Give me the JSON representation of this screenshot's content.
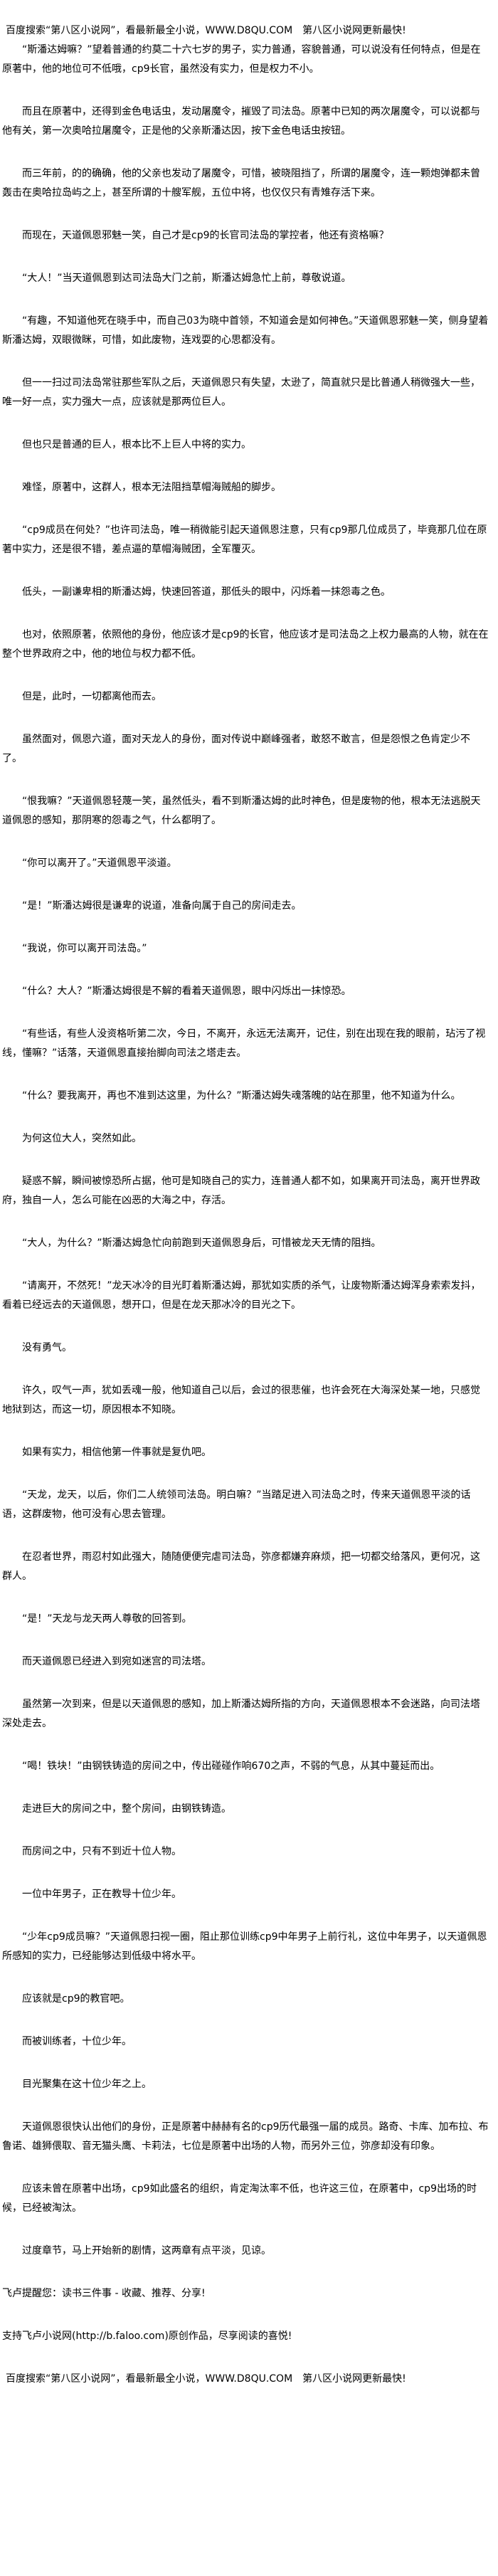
{
  "banner_top": "百度搜索“第八区小说网”，看最新最全小说，WWW.D8QU.COM　第八区小说网更新最快!",
  "paragraphs": [
    "“斯潘达姆嘛？”望着普通的约莫二十六七岁的男子，实力普通，容貌普通，可以说没有任何特点，但是在原著中，他的地位可不低哦，cp9长官，虽然没有实力，但是权力不小。",
    "而且在原著中，还得到金色电话虫，发动屠魔令，摧毁了司法岛。原著中已知的两次屠魔令，可以说都与他有关，第一次奥哈拉屠魔令，正是他的父亲斯潘达因，按下金色电话虫按钮。",
    "而三年前，的的确确，他的父亲也发动了屠魔令，可惜，被晓阻挡了，所谓的屠魔令，连一颗炮弹都未曾轰击在奥哈拉岛屿之上，甚至所谓的十艘军舰，五位中将，也仅仅只有青雉存活下来。",
    "而现在，天道佩恩邪魅一笑，自己才是cp9的长官司法岛的掌控者，他还有资格嘛？",
    "“大人！”当天道佩恩到达司法岛大门之前，斯潘达姆急忙上前，尊敬说道。",
    "“有趣，不知道他死在晓手中，而自己03为晓中首领，不知道会是如何神色。”天道佩恩邪魅一笑，侧身望着斯潘达姆，双眼微眯，可惜，如此废物，连戏耍的心思都没有。",
    "但一一扫过司法岛常驻那些军队之后，天道佩恩只有失望，太逊了，简直就只是比普通人稍微强大一些，唯一好一点，实力强大一点，应该就是那两位巨人。",
    "但也只是普通的巨人，根本比不上巨人中将的实力。",
    "难怪，原著中，这群人，根本无法阻挡草帽海贼船的脚步。",
    "“cp9成员在何处？”也许司法岛，唯一稍微能引起天道佩恩注意，只有cp9那几位成员了，毕竟那几位在原著中实力，还是很不错，差点逼的草帽海贼团，全军覆灭。",
    "低头，一副谦卑相的斯潘达姆，快速回答道，那低头的眼中，闪烁着一抹怨毒之色。",
    "也对，依照原著，依照他的身份，他应该才是cp9的长官，他应该才是司法岛之上权力最高的人物，就在在整个世界政府之中，他的地位与权力都不低。",
    "但是，此时，一切都离他而去。",
    "虽然面对，佩恩六道，面对天龙人的身份，面对传说中巅峰强者，敢怒不敢言，但是怨恨之色肯定少不了。",
    "“恨我嘛？”天道佩恩轻蔑一笑，虽然低头，看不到斯潘达姆的此时神色，但是废物的他，根本无法逃脱天道佩恩的感知，那阴寒的怨毒之气，什么都明了。",
    "“你可以离开了。”天道佩恩平淡道。",
    "“是！”斯潘达姆很是谦卑的说道，准备向属于自己的房间走去。",
    "“我说，你可以离开司法岛。”",
    "“什么？大人？”斯潘达姆很是不解的看着天道佩恩，眼中闪烁出一抹惊恐。",
    "“有些话，有些人没资格听第二次，今日，不离开，永远无法离开，记住，别在出现在我的眼前，玷污了视线，懂嘛？”话落，天道佩恩直接抬脚向司法之塔走去。",
    "“什么？要我离开，再也不准到达这里，为什么？”斯潘达姆失魂落魄的站在那里，他不知道为什么。",
    "为何这位大人，突然如此。",
    "疑惑不解，瞬间被惊恐所占据，他可是知晓自己的实力，连普通人都不如，如果离开司法岛，离开世界政府，独自一人，怎么可能在凶恶的大海之中，存活。",
    "“大人，为什么？”斯潘达姆急忙向前跑到天道佩恩身后，可惜被龙天无情的阻挡。",
    "“请离开，不然死！”龙天冰冷的目光盯着斯潘达姆，那犹如实质的杀气，让废物斯潘达姆浑身索索发抖，看着已经远去的天道佩恩，想开口，但是在龙天那冰冷的目光之下。",
    "没有勇气。",
    "许久，叹气一声，犹如丢魂一般，他知道自己以后，会过的很悲催，也许会死在大海深处某一地，只感觉地狱到达，而这一切，原因根本不知晓。",
    "如果有实力，相信他第一件事就是复仇吧。",
    "“天龙，龙天，以后，你们二人统领司法岛。明白嘛？”当踏足进入司法岛之时，传来天道佩恩平淡的话语，这群废物，他可没有心思去管理。",
    "在忍者世界，雨忍村如此强大，随随便便完虐司法岛，弥彦都嫌弃麻烦，把一切都交给落风，更何况，这群人。",
    "“是！”天龙与龙天两人尊敬的回答到。",
    "而天道佩恩已经进入到宛如迷宫的司法塔。",
    "虽然第一次到来，但是以天道佩恩的感知，加上斯潘达姆所指的方向，天道佩恩根本不会迷路，向司法塔深处走去。",
    "“喝！铁块！”由钢铁铸造的房间之中，传出碰碰作响670之声，不弱的气息，从其中蔓延而出。",
    "走进巨大的房间之中，整个房间，由钢铁铸造。",
    "而房间之中，只有不到近十位人物。",
    "一位中年男子，正在教导十位少年。",
    "“少年cp9成员嘛？”天道佩恩扫视一圈，阻止那位训练cp9中年男子上前行礼，这位中年男子，以天道佩恩所感知的实力，已经能够达到低级中将水平。",
    "应该就是cp9的教官吧。",
    "而被训练者，十位少年。",
    "目光聚集在这十位少年之上。",
    "天道佩恩很快认出他们的身份，正是原著中赫赫有名的cp9历代最强一届的成员。路奇、卡库、加布拉、布鲁诺、雄狮偎取、音无猫头鹰、卡莉法，七位是原著中出场的人物，而另外三位，弥彦却没有印象。",
    "应该未曾在原著中出场，cp9如此盛名的组织，肯定淘汰率不低，也许这三位，在原著中，cp9出场的时候，已经被淘汰。",
    "过度章节，马上开始新的剧情，这两章有点平淡，见谅。"
  ],
  "footer_notes": {
    "reminder": "飞卢提醒您：读书三件事 - 收藏、推荐、分享!",
    "support": "支持飞卢小说网(http://b.faloo.com)原创作品，尽享阅读的喜悦!"
  },
  "banner_bottom": "百度搜索“第八区小说网”，看最新最全小说，WWW.D8QU.COM　第八区小说网更新最快!"
}
